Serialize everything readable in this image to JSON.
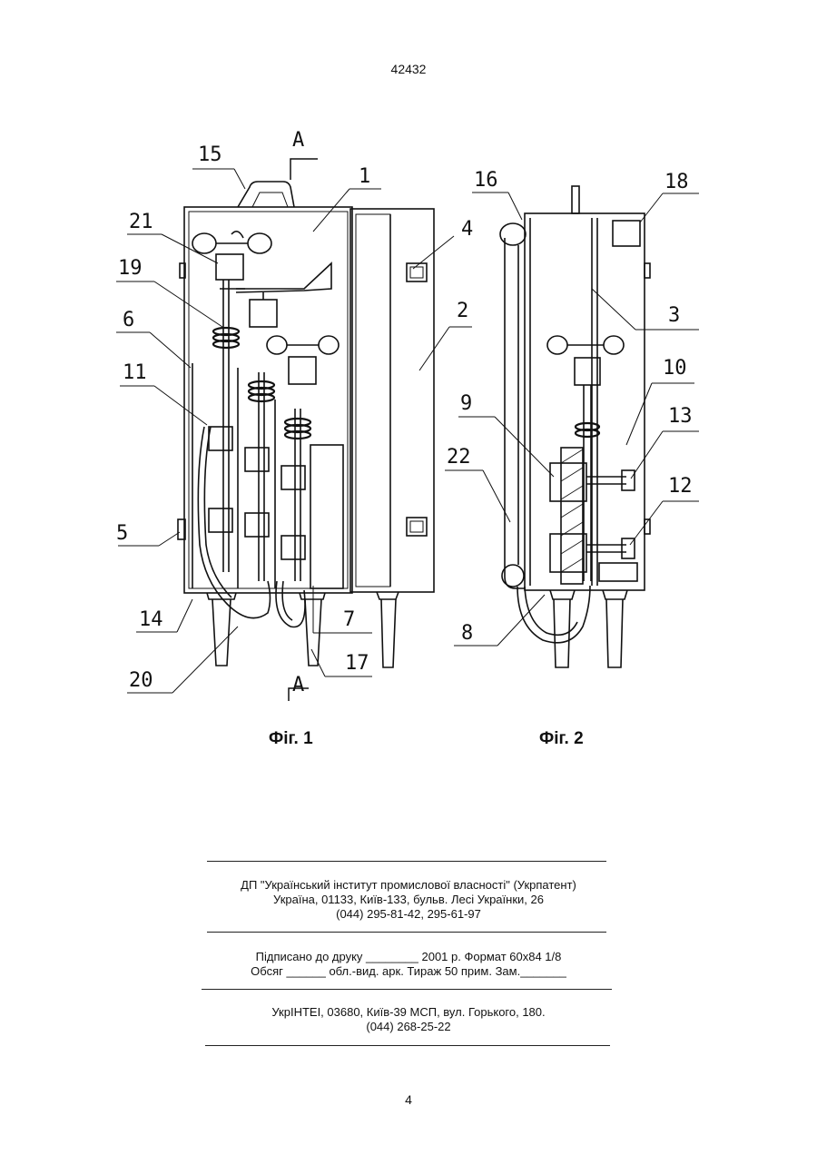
{
  "patent_number": "42432",
  "page_number": "4",
  "figures": {
    "fig1_caption": "Фіг. 1",
    "fig2_caption": "Фіг. 2",
    "section_letter_top": "A",
    "section_letter_bottom": "A"
  },
  "reference_numerals": {
    "n1": "1",
    "n2": "2",
    "n3": "3",
    "n4": "4",
    "n5": "5",
    "n6": "6",
    "n7": "7",
    "n8": "8",
    "n9": "9",
    "n10": "10",
    "n11": "11",
    "n12": "12",
    "n13": "13",
    "n14": "14",
    "n15": "15",
    "n16": "16",
    "n17": "17",
    "n18": "18",
    "n19": "19",
    "n20": "20",
    "n21": "21",
    "n22": "22"
  },
  "footer": {
    "publisher_line1": "ДП \"Український інститут промислової власності\" (Укрпатент)",
    "publisher_line2": "Україна, 01133, Київ-133, бульв. Лесі Українки, 26",
    "publisher_line3": "(044) 295-81-42, 295-61-97",
    "print_line1": "Підписано до друку ________ 2001 р.     Формат 60х84 1/8",
    "print_line2": "Обсяг ______ обл.-вид. арк.   Тираж 50 прим.     Зам._______",
    "printer_line1": "УкрІНТЕІ, 03680, Київ-39 МСП, вул. Горького, 180.",
    "printer_line2": "(044) 268-25-22"
  }
}
